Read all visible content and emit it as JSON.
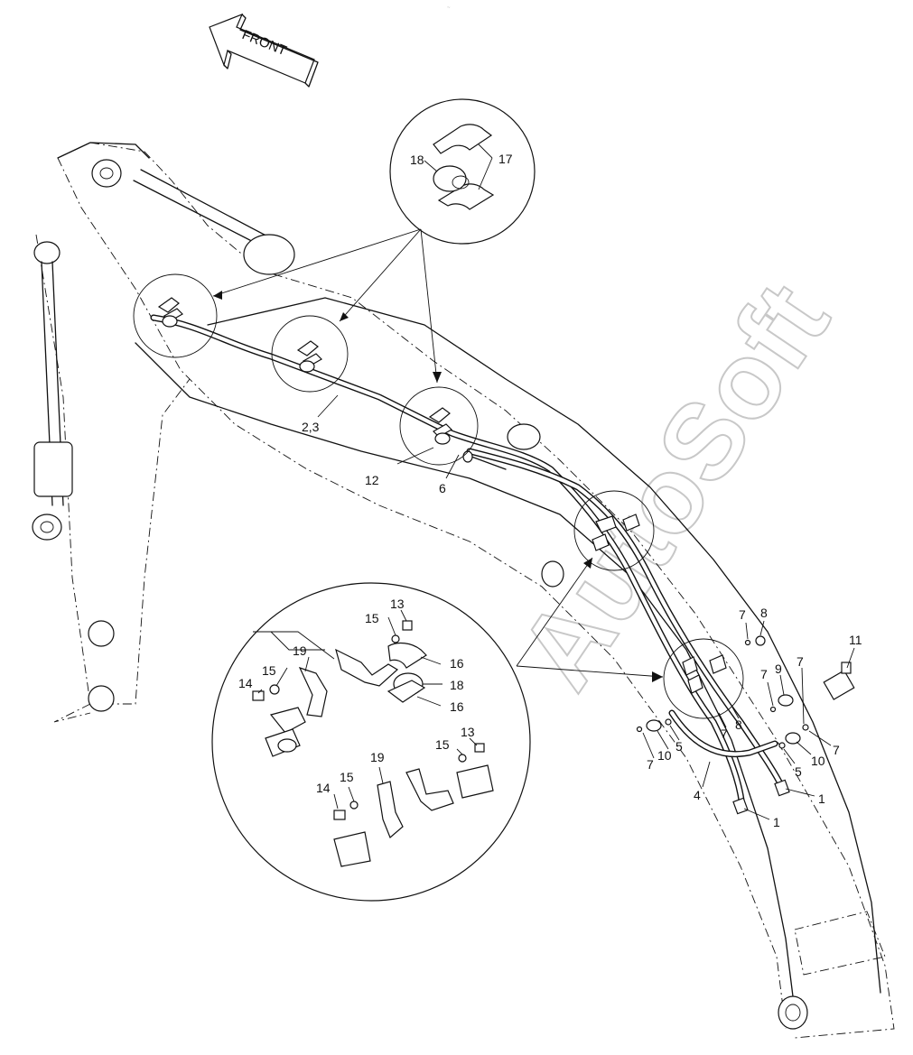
{
  "diagram": {
    "top_mark": "~",
    "direction_arrow": {
      "label": "FRONT"
    },
    "watermark": "AutoSoft",
    "callouts": [
      {
        "id": "c17",
        "text": "17"
      },
      {
        "id": "c18",
        "text": "18"
      },
      {
        "id": "c2-3",
        "text": "2,3"
      },
      {
        "id": "c12",
        "text": "12"
      },
      {
        "id": "c6",
        "text": "6"
      },
      {
        "id": "c13a",
        "text": "13"
      },
      {
        "id": "c15a",
        "text": "15"
      },
      {
        "id": "c19a",
        "text": "19"
      },
      {
        "id": "c16a",
        "text": "16"
      },
      {
        "id": "c14a",
        "text": "14"
      },
      {
        "id": "c15b",
        "text": "15"
      },
      {
        "id": "c18b",
        "text": "18"
      },
      {
        "id": "c16b",
        "text": "16"
      },
      {
        "id": "c13b",
        "text": "13"
      },
      {
        "id": "c15c",
        "text": "15"
      },
      {
        "id": "c19b",
        "text": "19"
      },
      {
        "id": "c15d",
        "text": "15"
      },
      {
        "id": "c14b",
        "text": "14"
      },
      {
        "id": "c7a",
        "text": "7"
      },
      {
        "id": "c8a",
        "text": "8"
      },
      {
        "id": "c11",
        "text": "11"
      },
      {
        "id": "c7b",
        "text": "7"
      },
      {
        "id": "c9",
        "text": "9"
      },
      {
        "id": "c7c",
        "text": "7"
      },
      {
        "id": "c7d",
        "text": "7"
      },
      {
        "id": "c8b",
        "text": "8"
      },
      {
        "id": "c5a",
        "text": "5"
      },
      {
        "id": "c10a",
        "text": "10"
      },
      {
        "id": "c7e",
        "text": "7"
      },
      {
        "id": "c4",
        "text": "4"
      },
      {
        "id": "c5b",
        "text": "5"
      },
      {
        "id": "c10b",
        "text": "10"
      },
      {
        "id": "c7f",
        "text": "7"
      },
      {
        "id": "c1a",
        "text": "1"
      },
      {
        "id": "c1b",
        "text": "1"
      }
    ]
  }
}
